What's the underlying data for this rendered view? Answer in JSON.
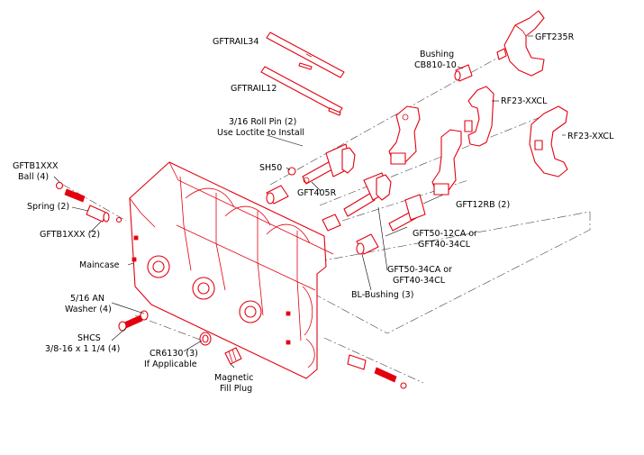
{
  "labels": {
    "gftrail34": "GFTRAIL34",
    "gftrail12": "GFTRAIL12",
    "roll_pin_1": "3/16 Roll Pin (2)",
    "roll_pin_2": "Use Loctite to Install",
    "gft235r": "GFT235R",
    "bushing_1": "Bushing",
    "bushing_2": "CB810-10",
    "rf23_upper": "RF23-XXCL",
    "rf23_right": "RF23-XXCL",
    "gftb1_ball_1": "GFTB1XXX",
    "gftb1_ball_2": "Ball (4)",
    "sh50": "SH50",
    "gft405r": "GFT405R",
    "spring": "Spring (2)",
    "gftb1_2": "GFTB1XXX (2)",
    "gft12rb": "GFT12RB (2)",
    "gft50_1": "GFT50-12CA or",
    "gft50_2": "GFT40-34CL",
    "maincase": "Maincase",
    "gft50_34_1": "GFT50-34CA or",
    "gft50_34_2": "GFT40-34CL",
    "bl_bushing": "BL-Bushing (3)",
    "washer_1": "5/16 AN",
    "washer_2": "Washer (4)",
    "shcs_1": "SHCS",
    "shcs_2": "3/8-16 x 1 1/4 (4)",
    "cr6130_1": "CR6130 (3)",
    "cr6130_2": "If Applicable",
    "plug_1": "Magnetic",
    "plug_2": "Fill Plug"
  },
  "colors": {
    "part_line": "#e4000f",
    "label_text": "#000000",
    "background": "#ffffff"
  }
}
